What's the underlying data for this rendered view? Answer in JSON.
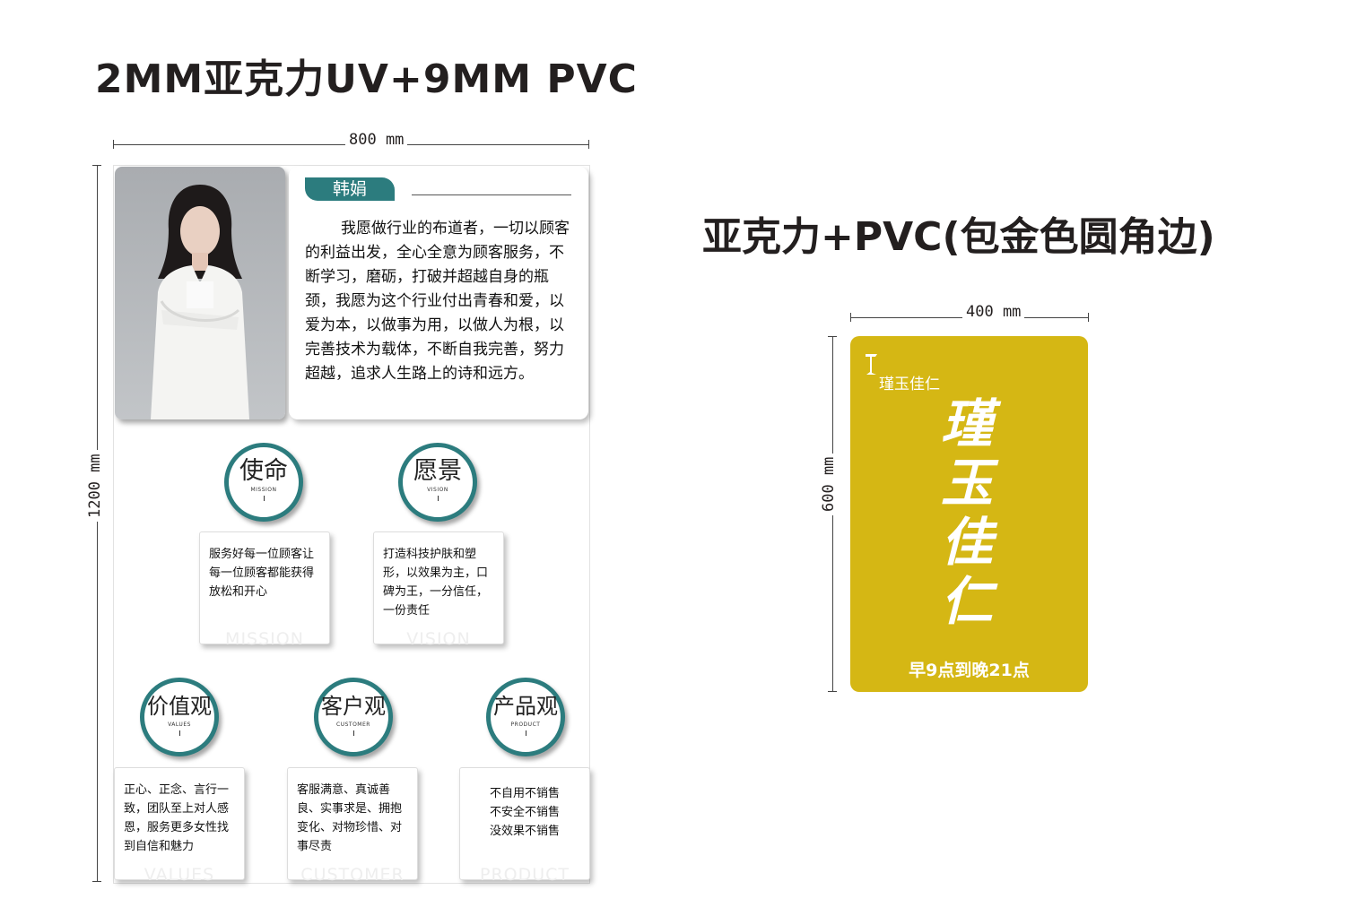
{
  "header": {
    "title_left": "2MM亚克力UV+9MM PVC",
    "title_right": "亚克力+PVC(包金色圆角边)"
  },
  "dimensions": {
    "board_width": "800 mm",
    "board_height": "1200 mm",
    "sign_width": "400 mm",
    "sign_height": "600 mm"
  },
  "profile": {
    "name": "韩娟",
    "bio": "我愿做行业的布道者，一切以顾客的利益出发，全心全意为顾客服务，不断学习，磨砺，打破并超越自身的瓶颈，我愿为这个行业付出青春和爱，以爱为本，以做事为用，以做人为根，以完善技术为载体，不断自我完善，努力超越，追求人生路上的诗和远方。"
  },
  "values": [
    {
      "cn": "使命",
      "en": "MISSION",
      "text": "服务好每一位顾客让每一位顾客都能获得放松和开心",
      "wm": "MISSION"
    },
    {
      "cn": "愿景",
      "en": "VISION",
      "text": "打造科技护肤和塑形，以效果为主，口碑为王，一分信任，一份责任",
      "wm": "VISION"
    },
    {
      "cn": "价值观",
      "en": "VALUES",
      "text": "正心、正念、言行一致，团队至上对人感恩，服务更多女性找到自信和魅力",
      "wm": "VALUES"
    },
    {
      "cn": "客户观",
      "en": "CUSTOMER",
      "text": "客服满意、真诚善良、实事求是、拥抱变化、对物珍惜、对事尽责",
      "wm": "CUSTOMER"
    },
    {
      "cn": "产品观",
      "en": "PRODUCT",
      "text": "不自用不销售\n不安全不销售\n没效果不销售",
      "wm": "PRODUCT"
    }
  ],
  "sign": {
    "logo_text": "瑾玉佳仁",
    "title_chars": [
      "瑾",
      "玉",
      "佳",
      "仁"
    ],
    "hours": "早9点到晚21点",
    "color": "#d5b714"
  }
}
